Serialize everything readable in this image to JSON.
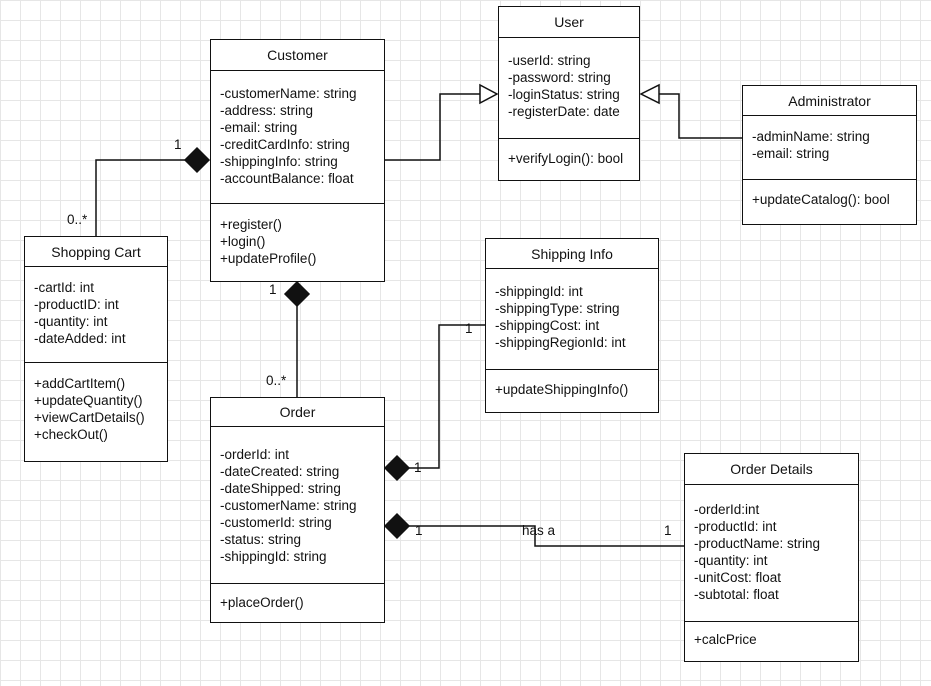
{
  "classes": {
    "user": {
      "name": "User",
      "attributes": [
        "-userId: string",
        "-password: string",
        "-loginStatus: string",
        "-registerDate: date"
      ],
      "operations": [
        "+verifyLogin(): bool"
      ]
    },
    "customer": {
      "name": "Customer",
      "attributes": [
        "-customerName: string",
        "-address: string",
        "-email: string",
        "-creditCardInfo: string",
        "-shippingInfo: string",
        "-accountBalance: float"
      ],
      "operations": [
        "+register()",
        "+login()",
        "+updateProfile()"
      ]
    },
    "administrator": {
      "name": "Administrator",
      "attributes": [
        "-adminName: string",
        "-email: string"
      ],
      "operations": [
        "+updateCatalog(): bool"
      ]
    },
    "shopping_cart": {
      "name": "Shopping Cart",
      "attributes": [
        "-cartId: int",
        "-productID: int",
        "-quantity: int",
        "-dateAdded: int"
      ],
      "operations": [
        "+addCartItem()",
        "+updateQuantity()",
        "+viewCartDetails()",
        "+checkOut()"
      ]
    },
    "shipping_info": {
      "name": "Shipping Info",
      "attributes": [
        "-shippingId: int",
        "-shippingType: string",
        "-shippingCost: int",
        "-shippingRegionId: int"
      ],
      "operations": [
        "+updateShippingInfo()"
      ]
    },
    "order": {
      "name": "Order",
      "attributes": [
        "-orderId: int",
        "-dateCreated: string",
        "-dateShipped: string",
        "-customerName: string",
        "-customerId: string",
        "-status: string",
        "-shippingId: string"
      ],
      "operations": [
        "+placeOrder()"
      ]
    },
    "order_details": {
      "name": "Order Details",
      "attributes": [
        "-orderId:int",
        "-productId: int",
        "-productName: string",
        "-quantity: int",
        "-unitCost: float",
        "-subtotal: float"
      ],
      "operations": [
        "+calcPrice"
      ]
    }
  },
  "labels": {
    "customer_cart_one": "1",
    "customer_cart_many": "0..*",
    "customer_order_one": "1",
    "customer_order_many": "0..*",
    "order_shipping_order_side": "1",
    "order_shipping_shipping_side": "1",
    "order_details_order_side": "1",
    "order_details_details_side": "1",
    "order_details_association": "has a"
  },
  "colors": {
    "line": "#111111",
    "grid": "#e6e6e6",
    "background": "#ffffff"
  }
}
